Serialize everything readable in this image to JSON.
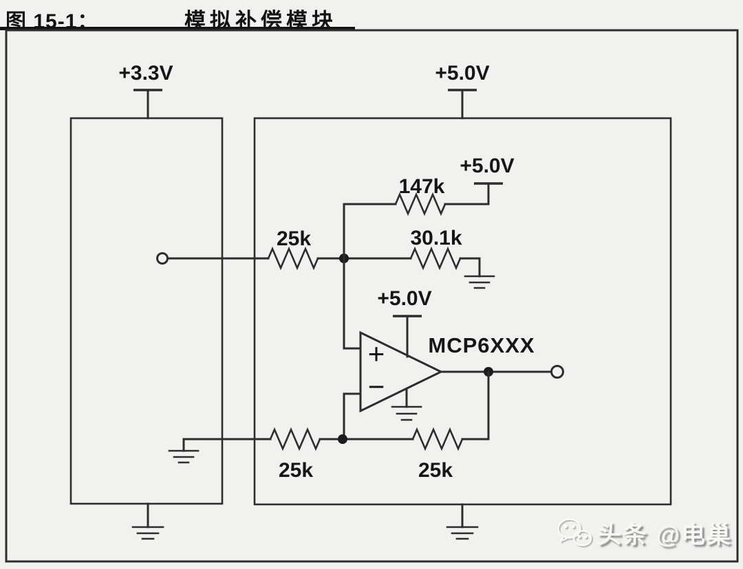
{
  "figure": {
    "number": "图 15-1：",
    "title": "模拟补偿模块"
  },
  "schematic": {
    "supplies": {
      "left_box": "+3.3V",
      "right_box": "+5.0V",
      "feedback": "+5.0V",
      "opamp": "+5.0V"
    },
    "resistors": {
      "feedback_top": "147k",
      "input_top": "25k",
      "divider": "30.1k",
      "input_bottom": "25k",
      "feedback_bottom": "25k"
    },
    "opamp": {
      "name": "MCP6XXX",
      "noninverting_sign": "+",
      "inverting_sign": "−"
    }
  },
  "watermark": {
    "text": "头条 @电巢"
  },
  "colors": {
    "background": "#f1f1ef",
    "line": "#2d2d2d",
    "text": "#161616",
    "watermark_shadow": "#7d7d7d"
  }
}
